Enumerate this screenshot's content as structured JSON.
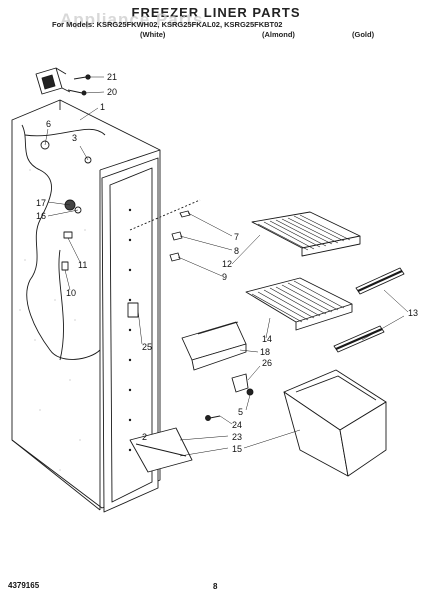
{
  "header": {
    "watermark": "Appliance Parts",
    "title": "FREEZER LINER PARTS",
    "models_line": "For Models: KSRG25FKWH02, KSRG25FKAL02, KSRG25FKBT02",
    "variants": [
      "(White)",
      "(Almond)",
      "(Gold)"
    ]
  },
  "footer": {
    "part_number": "4379165",
    "page_number": "8"
  },
  "callouts": [
    "21",
    "20",
    "1",
    "6",
    "3",
    "17",
    "16",
    "11",
    "10",
    "7",
    "8",
    "12",
    "9",
    "25",
    "18",
    "14",
    "13",
    "26",
    "5",
    "24",
    "23",
    "15",
    "2"
  ],
  "colors": {
    "line": "#1a1a1a",
    "background": "#ffffff",
    "watermark": "#cfcfcf"
  }
}
